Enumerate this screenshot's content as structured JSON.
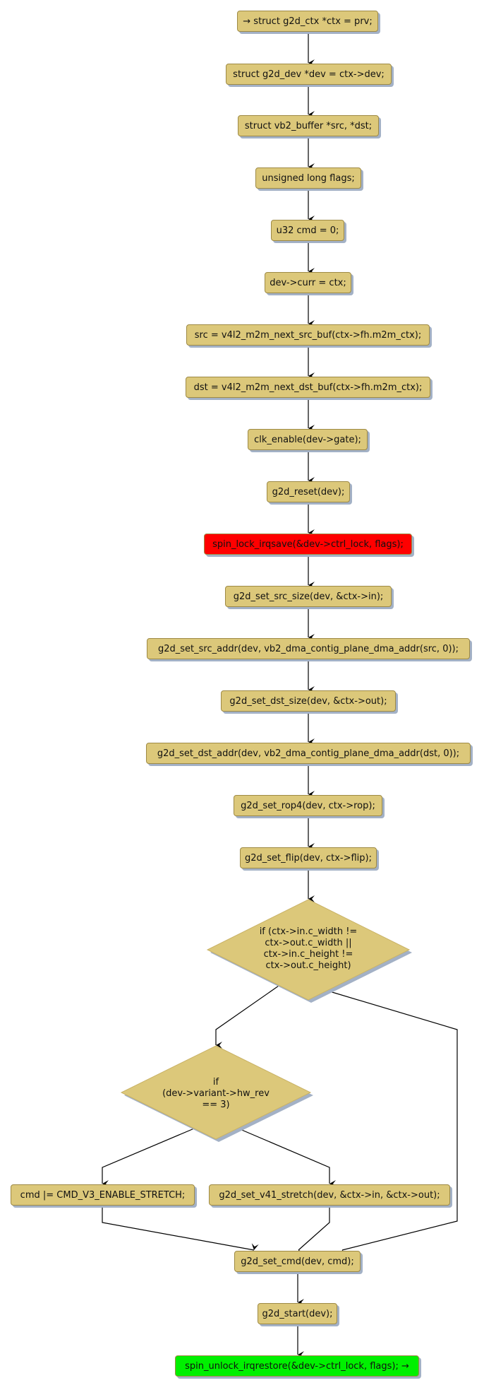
{
  "nodes": [
    {
      "id": "n1",
      "label": "→ struct g2d_ctx *ctx = prv;"
    },
    {
      "id": "n2",
      "label": "struct g2d_dev *dev = ctx->dev;"
    },
    {
      "id": "n3",
      "label": "struct vb2_buffer *src, *dst;"
    },
    {
      "id": "n4",
      "label": "unsigned long flags;"
    },
    {
      "id": "n5",
      "label": "u32 cmd = 0;"
    },
    {
      "id": "n6",
      "label": "dev->curr = ctx;"
    },
    {
      "id": "n7",
      "label": "src = v4l2_m2m_next_src_buf(ctx->fh.m2m_ctx);"
    },
    {
      "id": "n8",
      "label": "dst = v4l2_m2m_next_dst_buf(ctx->fh.m2m_ctx);"
    },
    {
      "id": "n9",
      "label": "clk_enable(dev->gate);"
    },
    {
      "id": "n10",
      "label": "g2d_reset(dev);"
    },
    {
      "id": "n11",
      "label": "spin_lock_irqsave(&dev->ctrl_lock, flags);"
    },
    {
      "id": "n12",
      "label": "g2d_set_src_size(dev, &ctx->in);"
    },
    {
      "id": "n13",
      "label": "g2d_set_src_addr(dev, vb2_dma_contig_plane_dma_addr(src, 0));"
    },
    {
      "id": "n14",
      "label": "g2d_set_dst_size(dev, &ctx->out);"
    },
    {
      "id": "n15",
      "label": "g2d_set_dst_addr(dev, vb2_dma_contig_plane_dma_addr(dst, 0));"
    },
    {
      "id": "n16",
      "label": "g2d_set_rop4(dev, ctx->rop);"
    },
    {
      "id": "n17",
      "label": "g2d_set_flip(dev, ctx->flip);"
    },
    {
      "id": "n18",
      "label": "cmd |= CMD_V3_ENABLE_STRETCH;"
    },
    {
      "id": "n19",
      "label": "g2d_set_v41_stretch(dev, &ctx->in, &ctx->out);"
    },
    {
      "id": "n20",
      "label": "g2d_set_cmd(dev, cmd);"
    },
    {
      "id": "n21",
      "label": "g2d_start(dev);"
    },
    {
      "id": "n22",
      "label": "spin_unlock_irqrestore(&dev->ctrl_lock, flags); →"
    }
  ],
  "decisions": [
    {
      "id": "d1",
      "lines": [
        "if (ctx->in.c_width !=",
        "ctx->out.c_width ||",
        "ctx->in.c_height !=",
        "ctx->out.c_height)"
      ]
    },
    {
      "id": "d2",
      "lines": [
        "if",
        "(dev->variant->hw_rev",
        "== 3)"
      ]
    }
  ],
  "colors": {
    "node_fill": "#dcc87a",
    "highlight_start": "#ff0000",
    "highlight_end": "#00f000",
    "edge": "#000000"
  }
}
